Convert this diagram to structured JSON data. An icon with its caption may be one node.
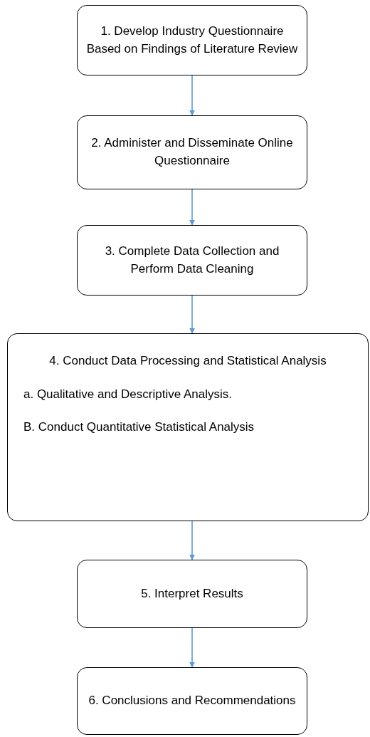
{
  "diagram": {
    "nodes": [
      {
        "text": [
          "1. Develop Industry Questionnaire Based on Findings of Literature Review"
        ]
      },
      {
        "text": [
          "2. Administer and Disseminate Online Questionnaire"
        ]
      },
      {
        "text": [
          "3. Complete Data Collection and Perform Data Cleaning"
        ]
      },
      {
        "text": [
          "4. Conduct Data Processing and Statistical Analysis",
          "a. Qualitative and Descriptive Analysis.",
          "B. Conduct Quantitative Statistical Analysis"
        ]
      },
      {
        "text": [
          "5. Interpret Results"
        ]
      },
      {
        "text": [
          "6. Conclusions and Recommendations"
        ]
      }
    ],
    "edges": [
      {
        "from": 0,
        "to": 1,
        "arrow": "to"
      },
      {
        "from": 1,
        "to": 2,
        "arrow": "to"
      },
      {
        "from": 2,
        "to": 3,
        "arrow": "to"
      },
      {
        "from": 3,
        "to": 4,
        "arrow": "to"
      },
      {
        "from": 4,
        "to": 5,
        "arrow": "to"
      }
    ]
  }
}
